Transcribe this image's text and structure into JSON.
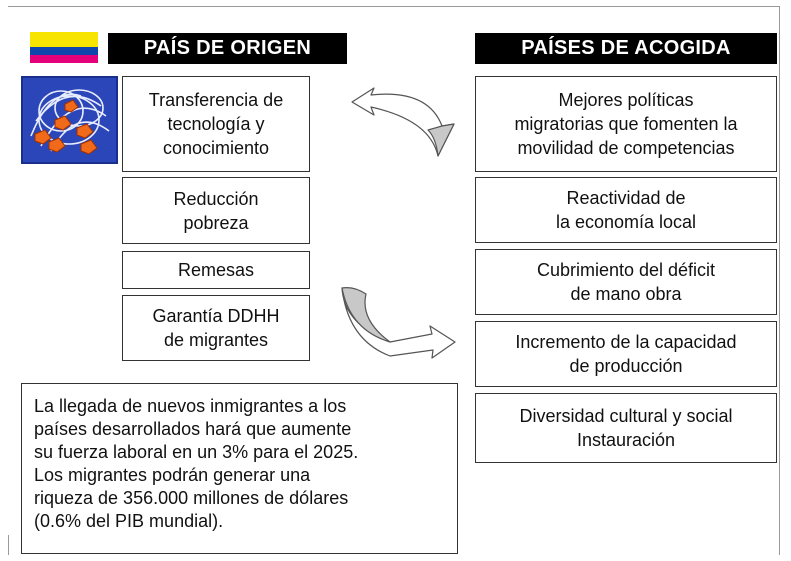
{
  "colors": {
    "flag_yellow": "#f7e400",
    "flag_blue": "#0f46ad",
    "flag_red": "#e4007a",
    "header_bg": "#000000",
    "arrow_fill": "#c8c8c8"
  },
  "icons": {
    "network": "network-globe-icon",
    "flag": "colombia-flag-icon",
    "arrow": "curved-arrow-icon"
  },
  "origin": {
    "title": "PAÍS DE ORIGEN",
    "items": [
      {
        "lines": [
          "Transferencia de",
          "tecnología y",
          "conocimiento"
        ]
      },
      {
        "lines": [
          "Reducción",
          "pobreza"
        ]
      },
      {
        "lines": [
          "Remesas"
        ]
      },
      {
        "lines": [
          "Garantía DDHH",
          "de migrantes"
        ]
      }
    ]
  },
  "host": {
    "title": "PAÍSES DE ACOGIDA",
    "items": [
      {
        "lines": [
          "Mejores políticas",
          "migratorias que fomenten la",
          "movilidad de competencias"
        ]
      },
      {
        "lines": [
          "Reactividad de",
          "la economía local"
        ]
      },
      {
        "lines": [
          "Cubrimiento del déficit",
          "de mano obra"
        ]
      },
      {
        "lines": [
          "Incremento de la capacidad",
          "de producción"
        ]
      },
      {
        "lines": [
          "Diversidad cultural y social",
          "Instauración"
        ]
      }
    ]
  },
  "note": {
    "lines": [
      "La llegada de nuevos inmigrantes a los",
      "países desarrollados hará que aumente",
      "su fuerza laboral en un 3% para el 2025.",
      "Los migrantes podrán generar una",
      "riqueza de 356.000 millones de dólares",
      "(0.6% del PIB mundial)."
    ]
  }
}
